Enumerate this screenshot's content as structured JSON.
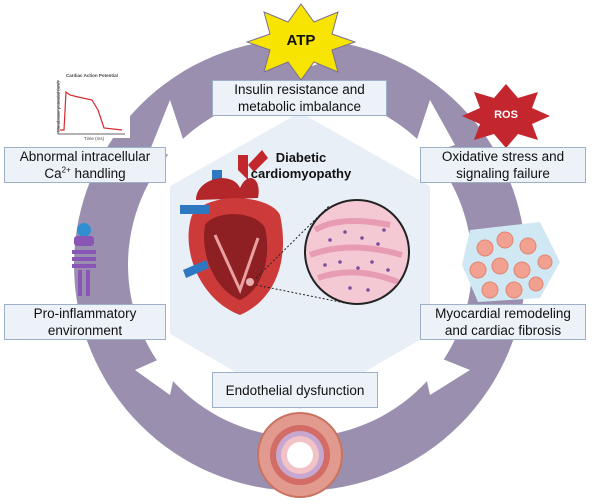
{
  "title": {
    "line1": "Diabetic",
    "line2": "cardiomyopathy"
  },
  "boxes": {
    "insulin": {
      "line1": "Insulin resistance and",
      "line2": "metabolic imbalance"
    },
    "calcium": {
      "line1": "Abnormal intracellular",
      "line2_pre": "Ca",
      "line2_sup": "2+",
      "line2_post": " handling"
    },
    "oxidative": {
      "line1": "Oxidative stress and",
      "line2": "signaling failure"
    },
    "inflammatory": {
      "line1": "Pro-inflammatory",
      "line2": "environment"
    },
    "remodeling": {
      "line1": "Myocardial remodeling",
      "line2": "and cardiac fibrosis"
    },
    "endothelial": {
      "line1": "Endothelial dysfunction"
    }
  },
  "badges": {
    "atp": "ATP",
    "ros": "ROS"
  },
  "action_potential": {
    "title": "Cardiac Action Potential",
    "ylabel": "Membrane potential (mV)",
    "xlabel": "Time (ms)"
  },
  "colors": {
    "ring": "#9a8fae",
    "hexagon": "#e9eff7",
    "box_fill": "#edf2f9",
    "box_border": "#9db0c8",
    "atp_star": "#f7e400",
    "ros_star": "#c4262d"
  }
}
